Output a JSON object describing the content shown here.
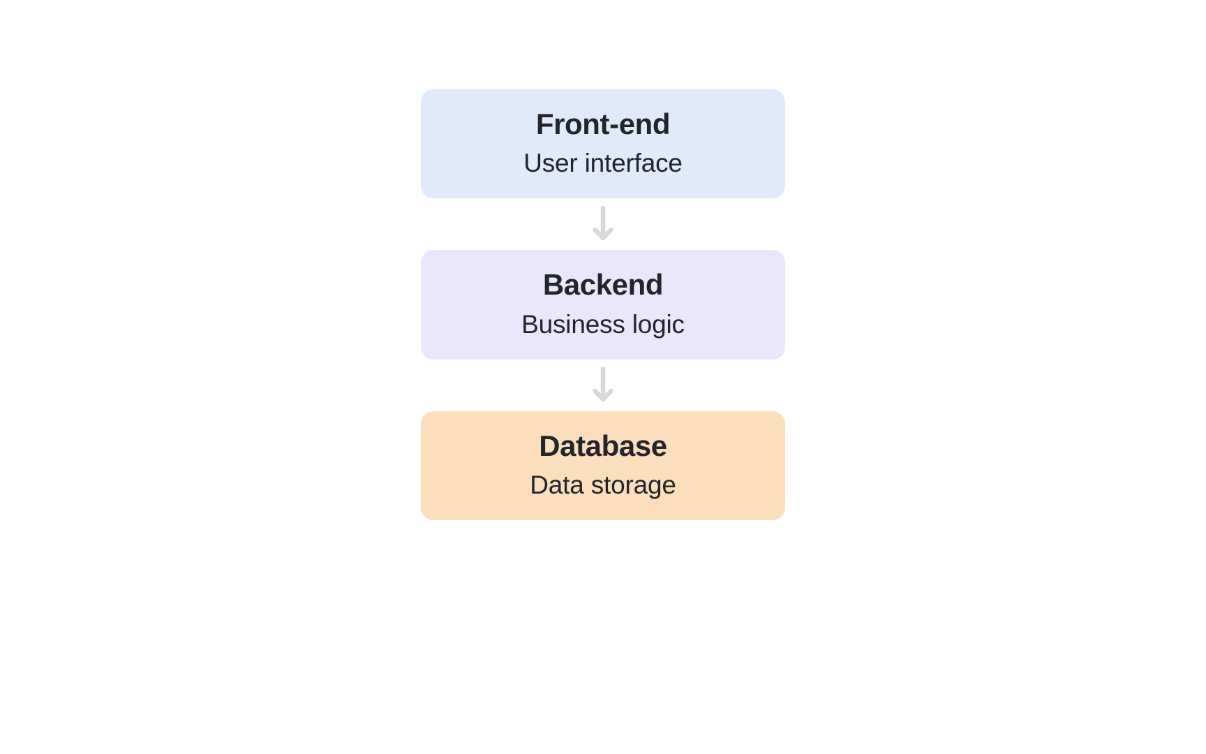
{
  "diagram": {
    "type": "vertical-flow",
    "background_color": "#ffffff",
    "title_text_color": "#22252b",
    "subtitle_text_color": "#22252b",
    "connector_color": "#d6d8db",
    "connector_icon": "arrow-down-icon",
    "nodes": [
      {
        "id": "frontend",
        "title": "Front-end",
        "subtitle": "User interface",
        "fill_color": "#e0eafb"
      },
      {
        "id": "backend",
        "title": "Backend",
        "subtitle": "Business logic",
        "fill_color": "#eae6fb"
      },
      {
        "id": "database",
        "title": "Database",
        "subtitle": "Data storage",
        "fill_color": "#fbdfbc"
      }
    ],
    "connectors": [
      {
        "id": "frontend-to-backend",
        "glyph": "arrow-down-icon"
      },
      {
        "id": "backend-to-database",
        "glyph": "arrow-down-icon"
      }
    ]
  }
}
